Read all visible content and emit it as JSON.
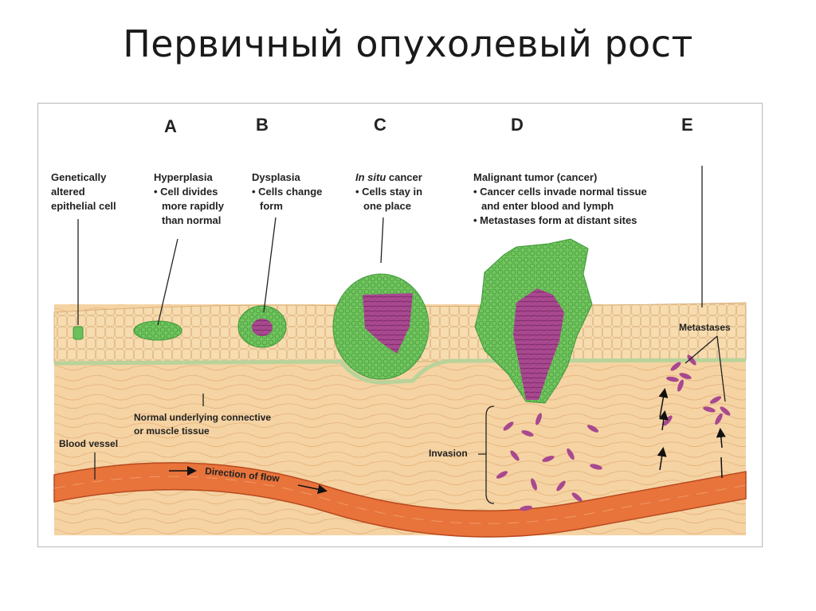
{
  "slide": {
    "title": "Первичный опухолевый рост"
  },
  "stages": {
    "a": {
      "letter": "A",
      "title_line1": "Genetically",
      "title_line2": "altered",
      "title_line3": "epithelial cell"
    },
    "b": {
      "letter": "B",
      "title": "Hyperplasia",
      "bullet1": "• Cell divides",
      "bullet2": "more rapidly",
      "bullet3": "than normal"
    },
    "c": {
      "letter": "C",
      "title": "Dysplasia",
      "bullet1": "• Cells change",
      "bullet2": "form"
    },
    "d": {
      "letter": "D",
      "title_italic": "In situ",
      "title_rest": " cancer",
      "bullet1": "• Cells stay in",
      "bullet2": "one place"
    },
    "e": {
      "letter": "E",
      "title": "Malignant tumor (cancer)",
      "bullet1": "• Cancer cells invade normal tissue",
      "bullet2": "and enter blood and lymph",
      "bullet3": "• Metastases form at distant sites"
    }
  },
  "annotations": {
    "connective": "Normal underlying connective",
    "connective2": "or muscle tissue",
    "blood_vessel": "Blood vessel",
    "flow": "Direction of flow",
    "invasion": "Invasion",
    "metastases": "Metastases"
  },
  "colors": {
    "epithelium": "#f7dcb0",
    "connective": "#f5d3a3",
    "vessel": "#e8743b",
    "normal_cell_green": "#6cc05a",
    "tumor_purple": "#9b3f86"
  }
}
